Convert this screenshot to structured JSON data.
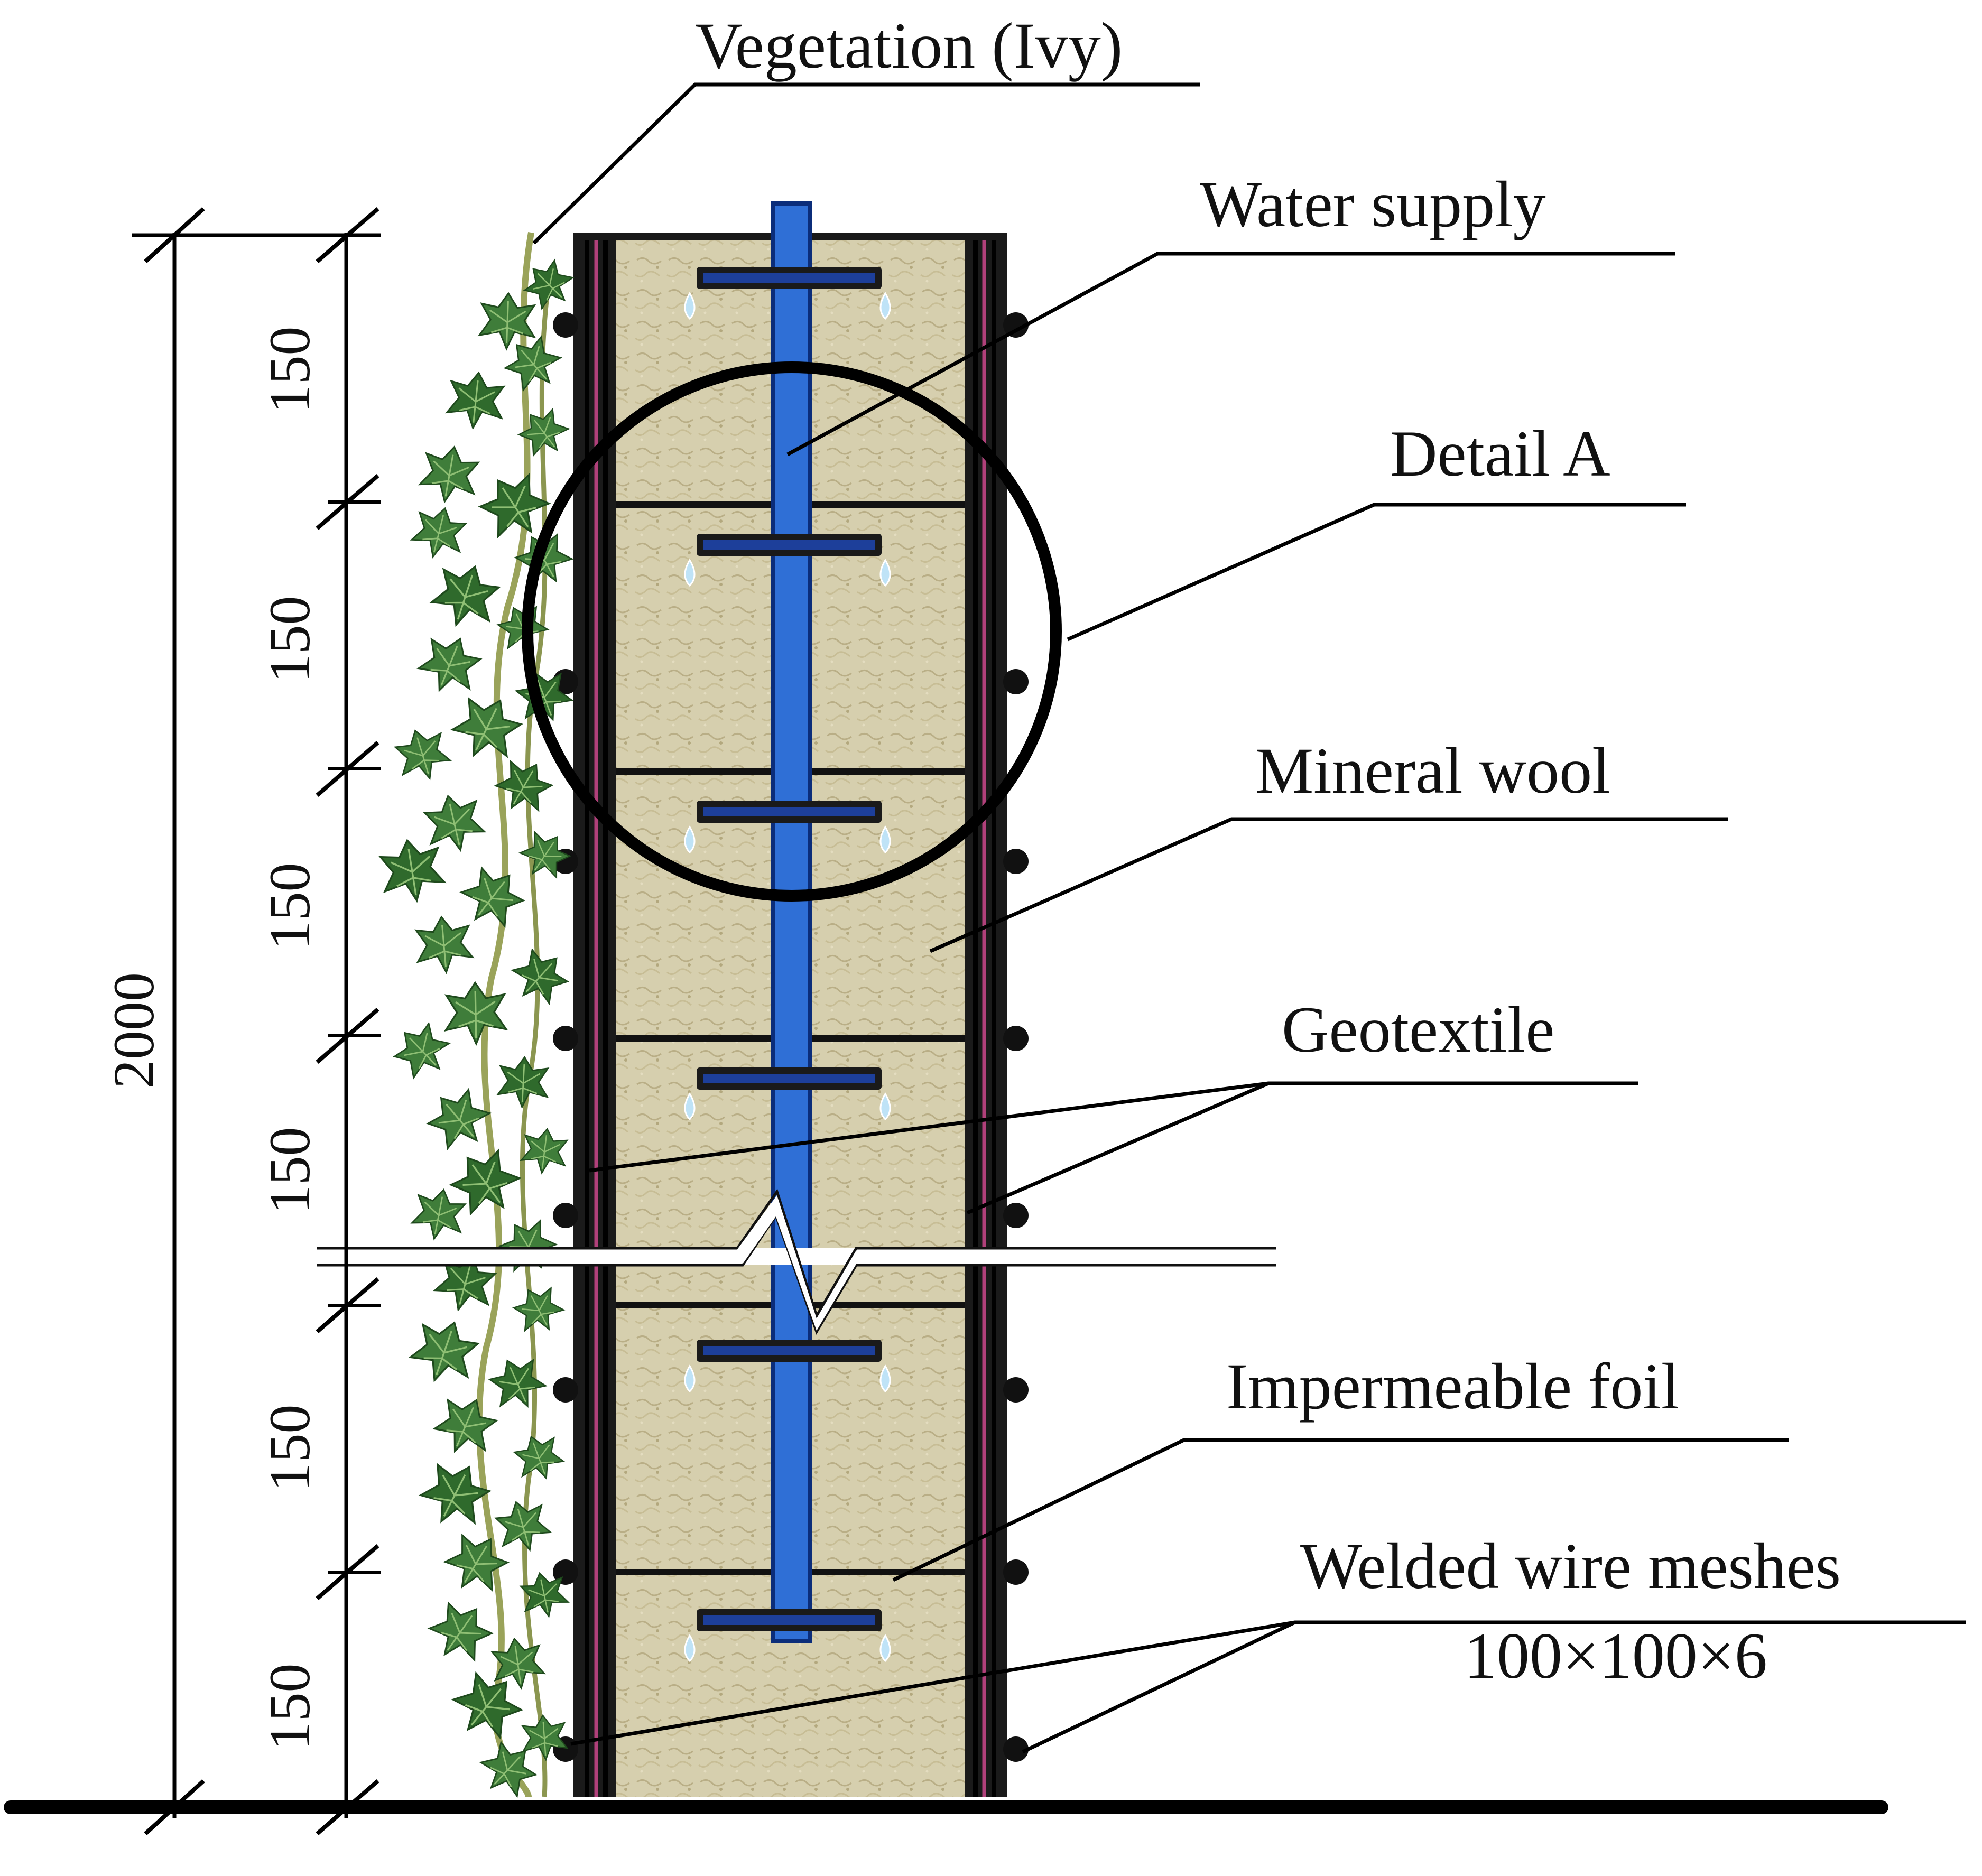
{
  "colors": {
    "background": "#ffffff",
    "ink": "#111111",
    "mineral_wool": "#d6cfae",
    "mineral_wool_shade": "#b9ae86",
    "water_pipe": "#2f6fd6",
    "emitter": "#1d3f9a",
    "water_drop": "#bfe3f7",
    "geotextile": "#b0407a",
    "ivy_leaf": "#3f7d3a",
    "ivy_leaf_light": "#8fbf74",
    "ivy_stem": "#9aa35a"
  },
  "labels": {
    "vegetation": "Vegetation (Ivy)",
    "water_supply": "Water supply",
    "detail_a": "Detail A",
    "mineral_wool": "Mineral wool",
    "geotextile": "Geotextile",
    "impermeable_foil": "Impermeable foil",
    "welded_wire_meshes": "Welded wire meshes",
    "mesh_spec": "100×100×6"
  },
  "dimensions": {
    "total": "2000",
    "segments": [
      "150",
      "150",
      "150",
      "150",
      "150",
      "150"
    ]
  },
  "icons": {
    "vegetation": "ivy-leaf-icon",
    "drops": "water-drop-icon",
    "mesh_nodes": "wire-node-icon",
    "break": "break-line-icon"
  }
}
